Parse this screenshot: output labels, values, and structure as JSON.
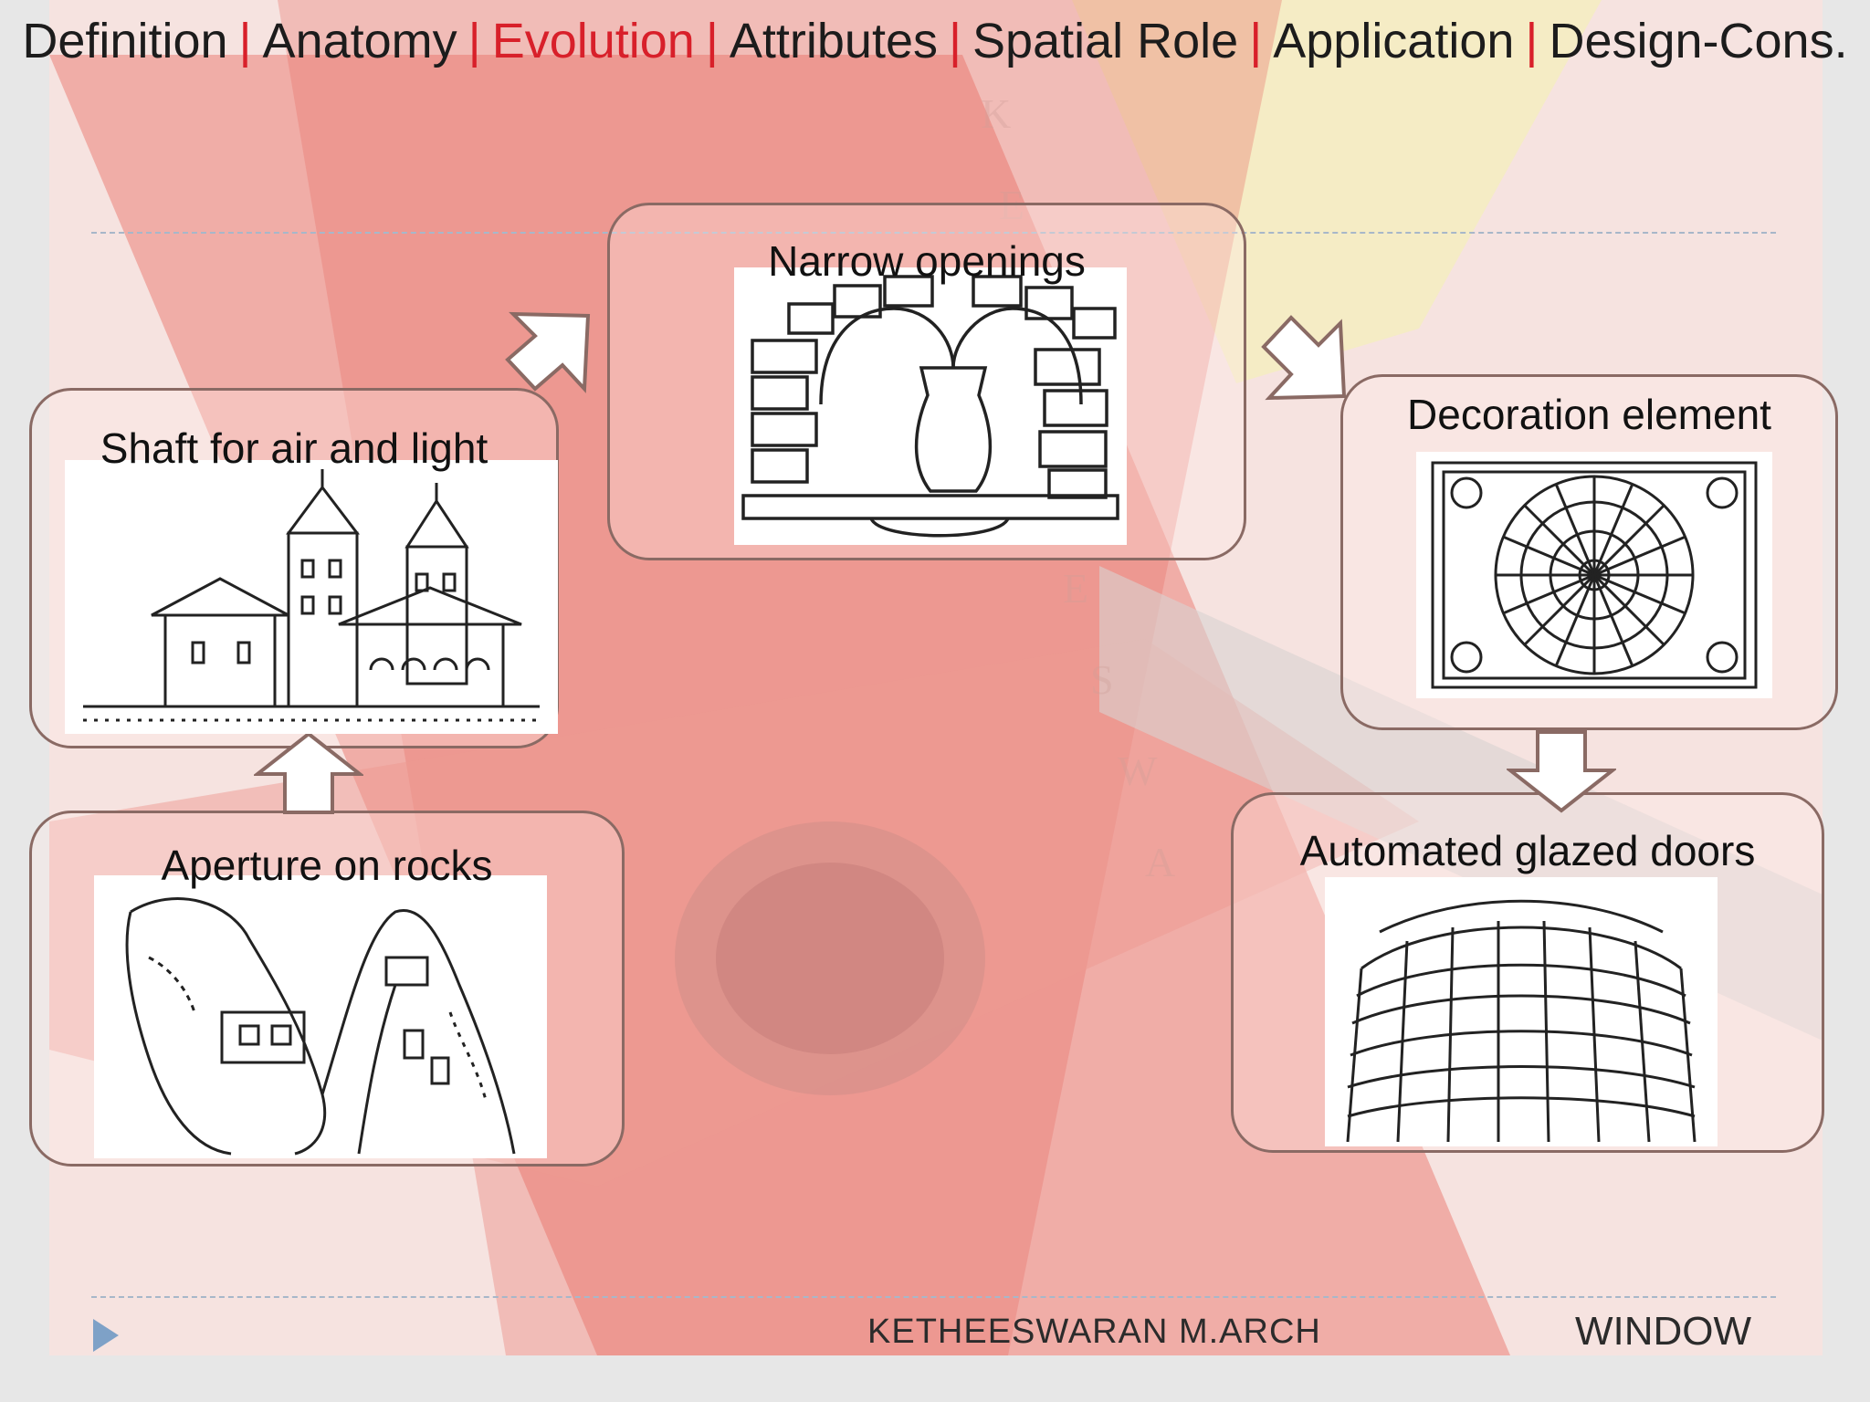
{
  "nav": {
    "items": [
      {
        "label": "Definition",
        "active": false
      },
      {
        "label": "Anatomy",
        "active": false
      },
      {
        "label": "Evolution",
        "active": true
      },
      {
        "label": "Attributes",
        "active": false
      },
      {
        "label": "Spatial Role",
        "active": false
      },
      {
        "label": "Application",
        "active": false
      },
      {
        "label": "Design-Cons.",
        "active": false
      }
    ],
    "separator": "|",
    "active_color": "#d8202a"
  },
  "diagram": {
    "nodes": {
      "aperture": {
        "label": "Aperture on rocks"
      },
      "shaft": {
        "label": "Shaft for air and light"
      },
      "narrow": {
        "label": "Narrow openings"
      },
      "decoration": {
        "label": "Decoration element"
      },
      "automated": {
        "label": "Automated glazed doors"
      }
    },
    "flow": [
      "aperture",
      "shaft",
      "narrow",
      "decoration",
      "automated"
    ]
  },
  "footer": {
    "author": "KETHEESWARAN M.ARCH",
    "title": "WINDOW"
  },
  "colors": {
    "background_red": "#e8746a",
    "background_yellow": "#f3e6a6",
    "node_border": "#8a6a64",
    "dashed_line": "#a7b7c9",
    "play_icon": "#7ea1c7"
  }
}
